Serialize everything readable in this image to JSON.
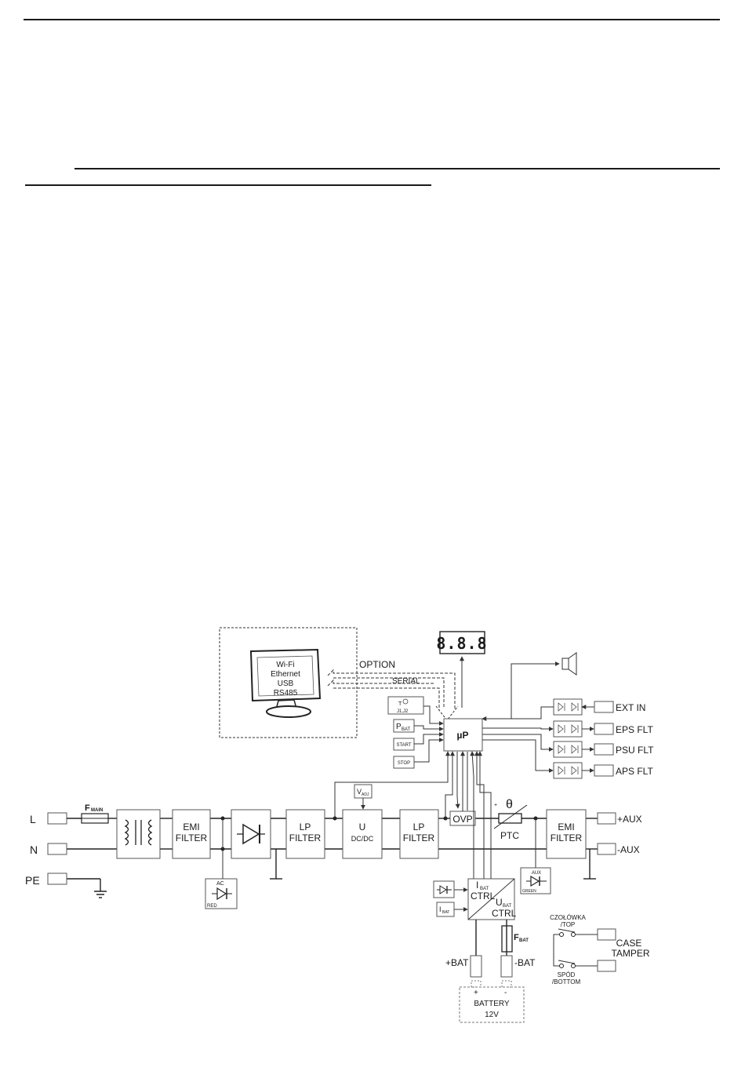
{
  "display": {
    "digits": "8.8.8"
  },
  "option_box": {
    "screen_lines": [
      "Wi-Fi",
      "Ethernet",
      "USB",
      "RS485"
    ],
    "option_label": "OPTION",
    "serial_label": "SERIAL"
  },
  "inputs": {
    "l": "L",
    "n": "N",
    "pe": "PE",
    "fuse_main": "F",
    "fuse_main_sub": "MAIN"
  },
  "blocks": {
    "emi_filter_in": [
      "EMI",
      "FILTER"
    ],
    "lp_filter_1": [
      "LP",
      "FILTER"
    ],
    "udcdc": [
      "U",
      "DC/DC"
    ],
    "lp_filter_2": [
      "LP",
      "FILTER"
    ],
    "ovp": "OVP",
    "ptc": "PTC",
    "theta": "θ",
    "emi_filter_out": [
      "EMI",
      "FILTER"
    ],
    "up": "µP",
    "v_adj": "V",
    "v_adj_sub": "ADJ"
  },
  "mcu_inputs": {
    "temp": "J1,J2",
    "temp_t": "T",
    "pbat": "P",
    "pbat_sub": "BAT",
    "start": "START",
    "stop": "STOP"
  },
  "leds": {
    "ac": "AC",
    "ac_color": "RED",
    "aux": "AUX",
    "aux_color": "GREEN"
  },
  "outputs": {
    "ext_in": "EXT IN",
    "eps_flt": "EPS FLT",
    "psu_flt": "PSU FLT",
    "aps_flt": "APS FLT",
    "plus_aux": "+AUX",
    "minus_aux": "-AUX"
  },
  "battery": {
    "ibat": "I",
    "ibat_sub": "BAT",
    "ctrl1": "CTRL",
    "ubat": "U",
    "ubat_sub": "BAT",
    "ctrl2": "CTRL",
    "i_meas": "I",
    "i_meas_sub": "BAT",
    "fuse": "F",
    "fuse_sub": "BAT",
    "plus_bat": "+BAT",
    "minus_bat": "-BAT",
    "plus": "+",
    "minus": "-",
    "name": "BATTERY",
    "voltage": "12V"
  },
  "tamper": {
    "top_line1": "CZOŁÓWKA",
    "top_line2": "/TOP",
    "label_line1": "CASE",
    "label_line2": "TAMPER",
    "bottom_line1": "SPÓD",
    "bottom_line2": "/BOTTOM"
  }
}
